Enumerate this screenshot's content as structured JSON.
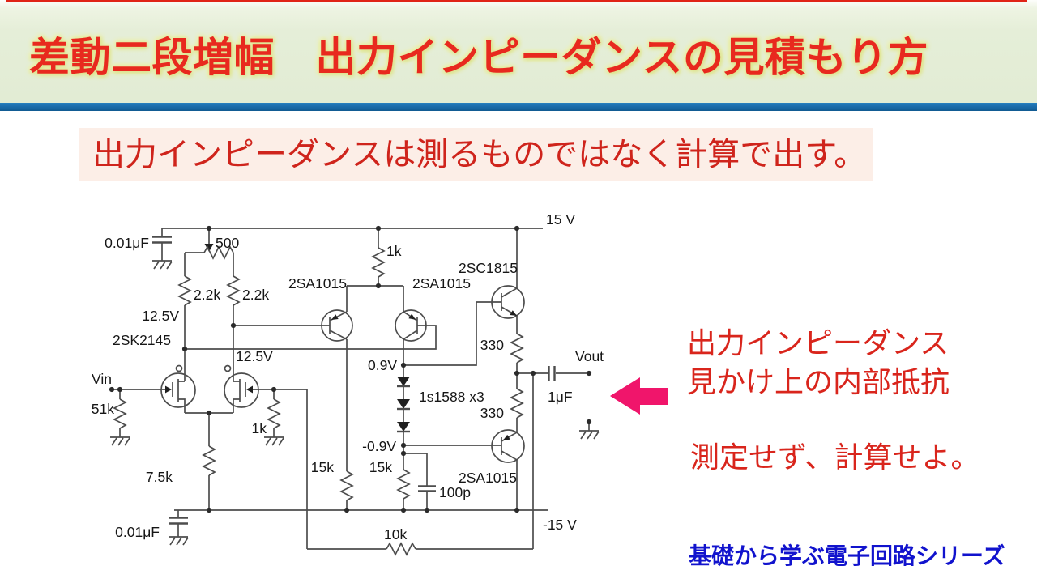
{
  "banner": {
    "title": "差動二段増幅　出力インピーダンスの見積もり方",
    "strip_color": "#e02416",
    "bg_color": "#e4eed7",
    "title_color": "#e8291e"
  },
  "subtitle": {
    "text": "出力インピーダンスは測るものではなく計算で出す。",
    "bg_color": "#fceee7",
    "text_color": "#cf241c"
  },
  "annotation": {
    "line1": "出力インピーダンス",
    "line2": "見かけ上の内部抵抗",
    "line3": "測定せず、計算せよ。",
    "text_color": "#d9251c",
    "arrow_color": "#f0156b"
  },
  "footer": {
    "text": "基礎から学ぶ電子回路シリーズ",
    "text_color": "#1113cd"
  },
  "circuit": {
    "labels": {
      "supply_pos": "15 V",
      "supply_neg": "-15 V",
      "cap_top": "0.01μF",
      "cap_bottom": "0.01μF",
      "pot": "500",
      "r_22k_left": "2.2k",
      "r_22k_right": "2.2k",
      "v_125_left": "12.5V",
      "v_125_right": "12.5V",
      "fet_pair": "2SK2145",
      "vin": "Vin",
      "r_51k": "51k",
      "r_1k_gate": "1k",
      "r_75k": "7.5k",
      "r_1k_stage2": "1k",
      "pnp_left": "2SA1015",
      "pnp_right": "2SA1015",
      "npn_out": "2SC1815",
      "v_09": "0.9V",
      "v_m09": "-0.9V",
      "diodes": "1s1588 x3",
      "r_15k_left": "15k",
      "r_15k_mid": "15k",
      "c_100p": "100p",
      "pnp_out": "2SA1015",
      "r_330_top": "330",
      "r_330_bottom": "330",
      "r_10k": "10k",
      "vout": "Vout",
      "c_1uF": "1μF"
    }
  }
}
